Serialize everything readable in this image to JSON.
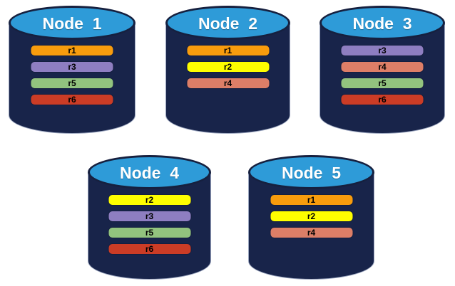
{
  "colors": {
    "background": "#FFFFFF",
    "cylinder_body": "#18244A",
    "cylinder_top": "#2E9BD8",
    "cylinder_outline": "#16203F",
    "edge_highlight": "#9AA5BF",
    "bar_text": "#000000",
    "title_text": "#FFFFFF",
    "partitions": {
      "r1": "#F89C0D",
      "r2": "#FEFE00",
      "r3": "#8E7EC1",
      "r4": "#DD7E67",
      "r5": "#92C37E",
      "r6": "#CB3C26"
    }
  },
  "nodes": [
    {
      "label": "Node  1",
      "partitions": [
        "r1",
        "r3",
        "r5",
        "r6"
      ]
    },
    {
      "label": "Node  2",
      "partitions": [
        "r1",
        "r2",
        "r4"
      ]
    },
    {
      "label": "Node  3",
      "partitions": [
        "r3",
        "r4",
        "r5",
        "r6"
      ]
    },
    {
      "label": "Node  4",
      "partitions": [
        "r2",
        "r3",
        "r5",
        "r6"
      ]
    },
    {
      "label": "Node  5",
      "partitions": [
        "r1",
        "r2",
        "r4"
      ]
    }
  ]
}
